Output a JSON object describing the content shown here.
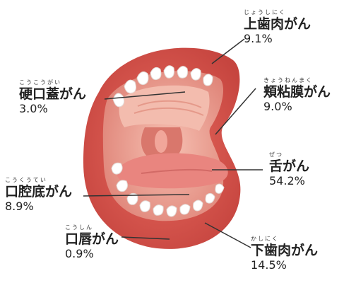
{
  "labels": {
    "upper_gum": {
      "ruby": "じょうしにく",
      "name": "上歯肉がん",
      "value": "9.1%"
    },
    "hard_palate": {
      "ruby": "こうこうがい",
      "name": "硬口蓋がん",
      "value": "3.0%"
    },
    "buccal": {
      "ruby": "きょうねんまく",
      "name": "頬粘膜がん",
      "value": "9.0%"
    },
    "tongue": {
      "ruby": "ぜつ",
      "name": "舌がん",
      "value": "54.2%"
    },
    "floor": {
      "ruby": "こうくうてい",
      "name": "口腔底がん",
      "value": "8.9%"
    },
    "lip": {
      "ruby": "こうしん",
      "name": "口唇がん",
      "value": "0.9%"
    },
    "lower_gum": {
      "ruby": "かしにく",
      "name": "下歯肉がん",
      "value": "14.5%"
    }
  },
  "colors": {
    "lip": "#d9534a",
    "lip_dark": "#a83a3a",
    "inner": "#e99a8e",
    "palate": "#f0b3a5",
    "tongue": "#e88a86",
    "teeth": "#ffffff",
    "leader_line": "#333333"
  }
}
